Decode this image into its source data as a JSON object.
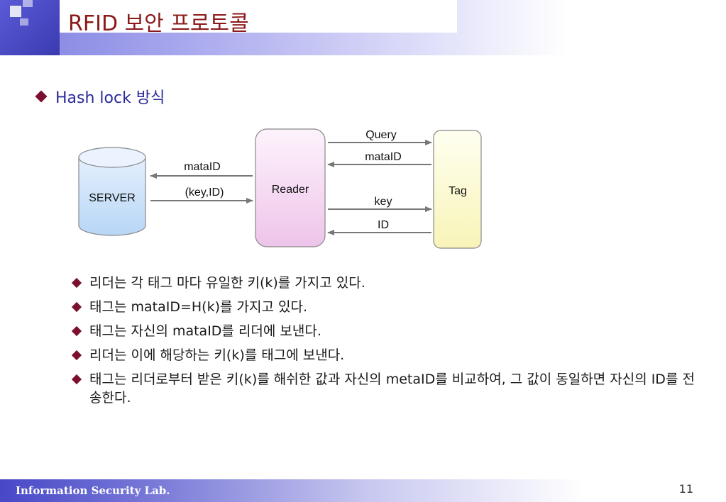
{
  "slide": {
    "title": "RFID 보안 프로토콜",
    "heading": "Hash lock 방식",
    "page_number": "11",
    "footer": "Information Security Lab."
  },
  "diagram": {
    "server_label": "SERVER",
    "reader_label": "Reader",
    "tag_label": "Tag",
    "arrow_server_reader_top": "mataID",
    "arrow_server_reader_bottom": "(key,ID)",
    "arrow_query": "Query",
    "arrow_mataid": "mataID",
    "arrow_key": "key",
    "arrow_id": "ID"
  },
  "bullets": [
    "리더는 각 태그 마다 유일한 키(k)를 가지고 있다.",
    "태그는 mataID=H(k)를 가지고 있다.",
    "태그는 자신의 mataID를 리더에 보낸다.",
    "리더는 이에 해당하는 키(k)를 태그에 보낸다.",
    "태그는 리더로부터 받은 키(k)를 해쉬한 값과 자신의 metaID를 비교하여, 그 값이 동일하면 자신의 ID를 전송한다."
  ],
  "colors": {
    "title": "#8b1a1a",
    "heading": "#2a2a9a",
    "bullet_marker": "#7a0f2f",
    "server_fill": "#cfe4fb",
    "reader_fill": "#f4d8f2",
    "tag_fill": "#fdfbd0"
  }
}
